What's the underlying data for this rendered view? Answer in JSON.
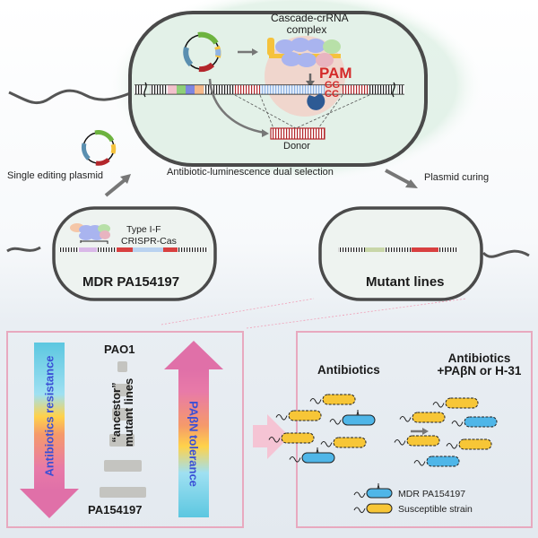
{
  "top_cell": {
    "complex_label_line1": "Cascade-crRNA",
    "complex_label_line2": "complex",
    "pam_label": "PAM",
    "pam_top": "GG",
    "pam_bottom": "CC",
    "donor_label": "Donor"
  },
  "flow": {
    "single_editing_plasmid": "Single editing plasmid",
    "dual_selection": "Antibiotic-luminescence dual selection",
    "plasmid_curing": "Plasmid curing"
  },
  "left_cell": {
    "system_line1": "Type I-F",
    "system_line2": "CRISPR-Cas",
    "name": "MDR PA154197"
  },
  "right_cell": {
    "name": "Mutant lines"
  },
  "bottom_left": {
    "resistance_label": "Antibiotics resistance",
    "top_strain": "PAO1",
    "middle_line1": "“ancestor”",
    "middle_line2": "mutant lines",
    "bottom_strain": "PA154197",
    "tolerance_label": "PAβN tolerance"
  },
  "bottom_right": {
    "left_heading": "Antibiotics",
    "right_heading_line1": "Antibiotics",
    "right_heading_line2": "+PAβN or H-31",
    "legend": [
      {
        "label": "MDR PA154197",
        "color": "#4fb6e8"
      },
      {
        "label": "Susceptible strain",
        "color": "#f7c637"
      }
    ]
  },
  "colors": {
    "cell_outline": "#4a4a4a",
    "cell_fill": "#e3f1e8",
    "pam_red": "#d42a2a",
    "box_border": "#e8a9bf",
    "mdr_blue": "#4fb6e8",
    "susceptible_yellow": "#f7c637",
    "arrow_pink": "#e57aa8"
  }
}
